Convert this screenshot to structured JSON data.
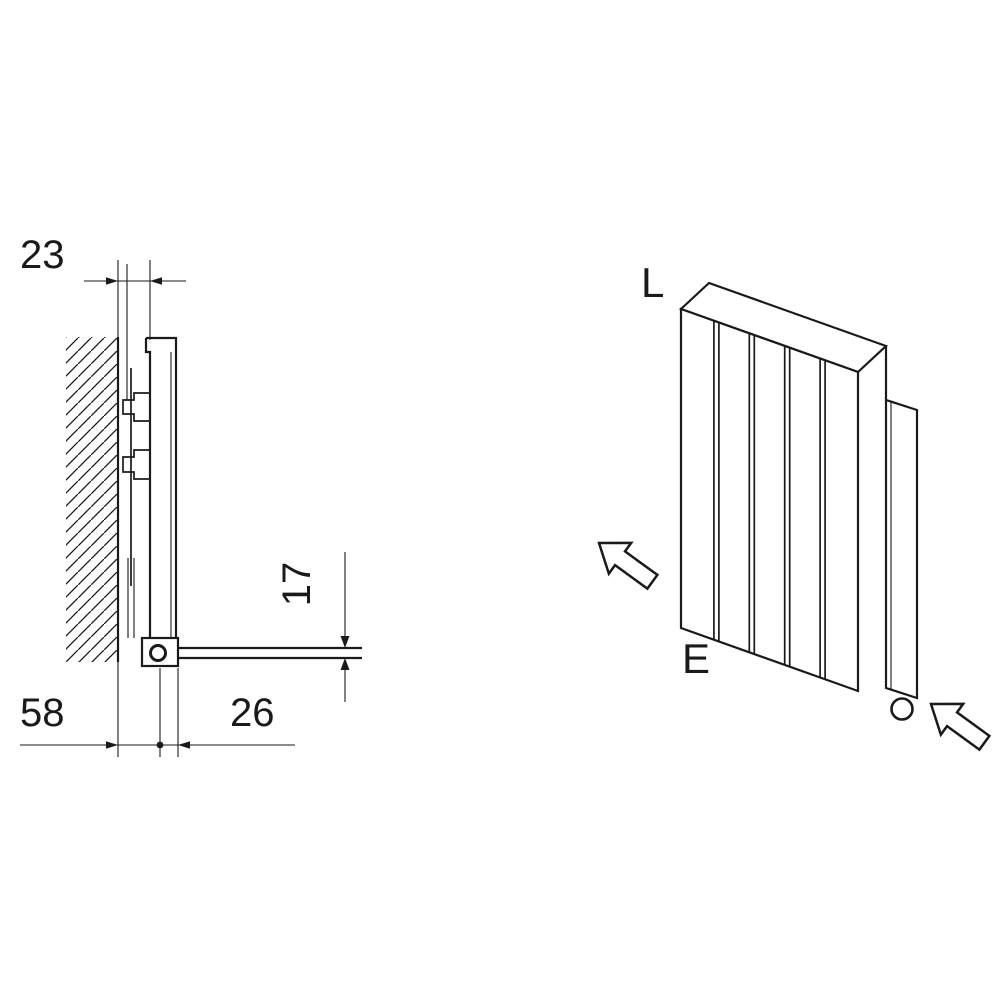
{
  "figure": {
    "kind": "radiator installation technical drawing",
    "background": "#ffffff",
    "line_color": "#1a1a1a"
  },
  "side_view": {
    "dim_top": "23",
    "dim_pipe": "17",
    "dim_bottom_left": "58",
    "dim_bottom_right": "26"
  },
  "iso_view": {
    "label_top_left": "L",
    "label_bottom_left": "E"
  }
}
